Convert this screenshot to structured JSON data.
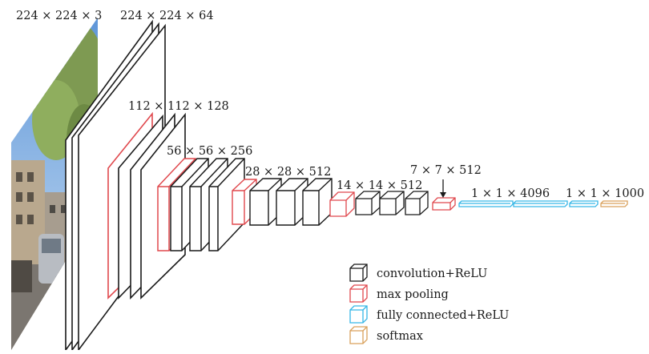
{
  "diagram": {
    "colors": {
      "convolution": "#1a1a1a",
      "max_pooling": "#e0484d",
      "fully_connected": "#36b6e6",
      "softmax": "#d9a15c"
    },
    "dimension_labels": {
      "input": "224 × 224 × 3",
      "conv1": "224 × 224 × 64",
      "conv2": "112 × 112 × 128",
      "conv3": "56 × 56 × 256",
      "conv4": "28 × 28 × 512",
      "conv5": "14 × 14 × 512",
      "pool5": "7 × 7 × 512",
      "fc": "1 × 1 × 4096",
      "softmax": "1 × 1 × 1000"
    },
    "legend": [
      {
        "type": "convolution",
        "label": "convolution+ReLU"
      },
      {
        "type": "max_pooling",
        "label": "max pooling"
      },
      {
        "type": "fully_connected",
        "label": "fully connected+ReLU"
      },
      {
        "type": "softmax",
        "label": "softmax"
      }
    ]
  }
}
